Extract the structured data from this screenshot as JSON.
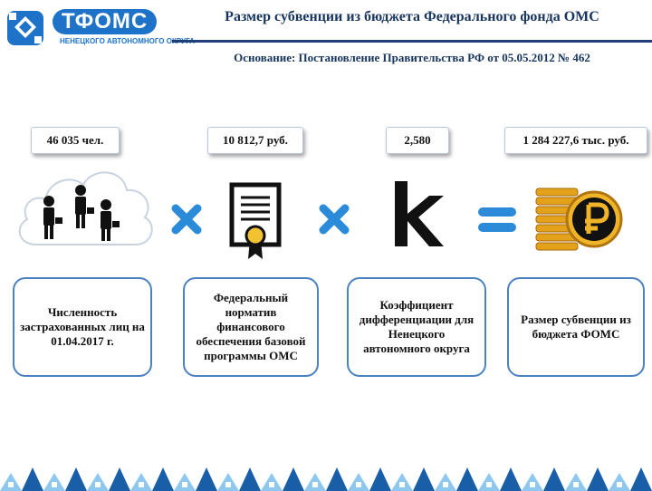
{
  "header": {
    "logo_text": "ТФОМС",
    "logo_subtitle": "НЕНЕЦКОГО АВТОНОМНОГО ОКРУГА",
    "title": "Размер субвенции из бюджета Федерального фонда ОМС",
    "subtitle": "Основание: Постановление Правительства РФ от 05.05.2012 № 462"
  },
  "formula": {
    "values": [
      "46 035 чел.",
      "10 812,7 руб.",
      "2,580",
      "1 284 227,6 тыс. руб."
    ],
    "labels": [
      "Численность застрахованных лиц на 01.04.2017 г.",
      "Федеральный норматив финансового обеспечения базовой программы ОМС",
      "Коэффициент дифференциации для Ненецкого автономного округа",
      "Размер субвенции из бюджета ФОМС"
    ],
    "k_letter": "К",
    "icons": [
      "people-cloud-icon",
      "certificate-icon",
      "k-letter-icon",
      "ruble-coins-icon"
    ],
    "operators": [
      "multiply-icon",
      "multiply-icon",
      "equals-icon"
    ]
  },
  "colors": {
    "primary": "#1e73c8",
    "title": "#17355e",
    "operator": "#2b8bd8",
    "box_border": "#4a82be",
    "gold": "#e4a21b",
    "footer_light": "#8ec8ee",
    "footer_dark": "#1a5ea8"
  }
}
